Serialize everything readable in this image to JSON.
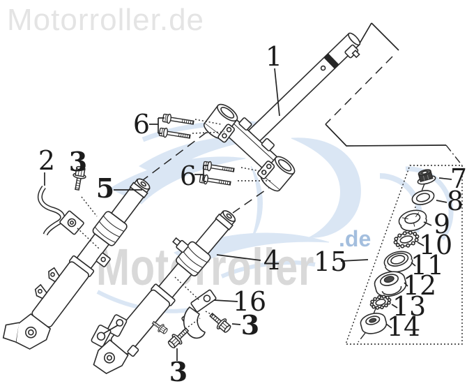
{
  "watermarks": {
    "header": "Motorroller.de",
    "center_brand": "Motorroller",
    "center_brand_suffix": ".de"
  },
  "colors": {
    "line": "#242424",
    "header_gray": "#e4e4e4",
    "brand_gray": "#d9d9d9",
    "brand_blue": "#a3bede",
    "emblem_blue": "#ccddf0"
  },
  "diagram": {
    "description": "Exploded parts diagram of scooter front fork with steering stem, fork legs and steering-head bearing set",
    "labels": {
      "1": "1",
      "2": "2",
      "3a": "3",
      "3b": "3",
      "3c": "3",
      "4": "4",
      "5": "5",
      "6a": "6",
      "6b": "6",
      "7": "7",
      "8": "8",
      "9": "9",
      "10": "10",
      "11": "11",
      "12": "12",
      "13": "13",
      "14": "14",
      "15": "15",
      "16": "16"
    }
  }
}
